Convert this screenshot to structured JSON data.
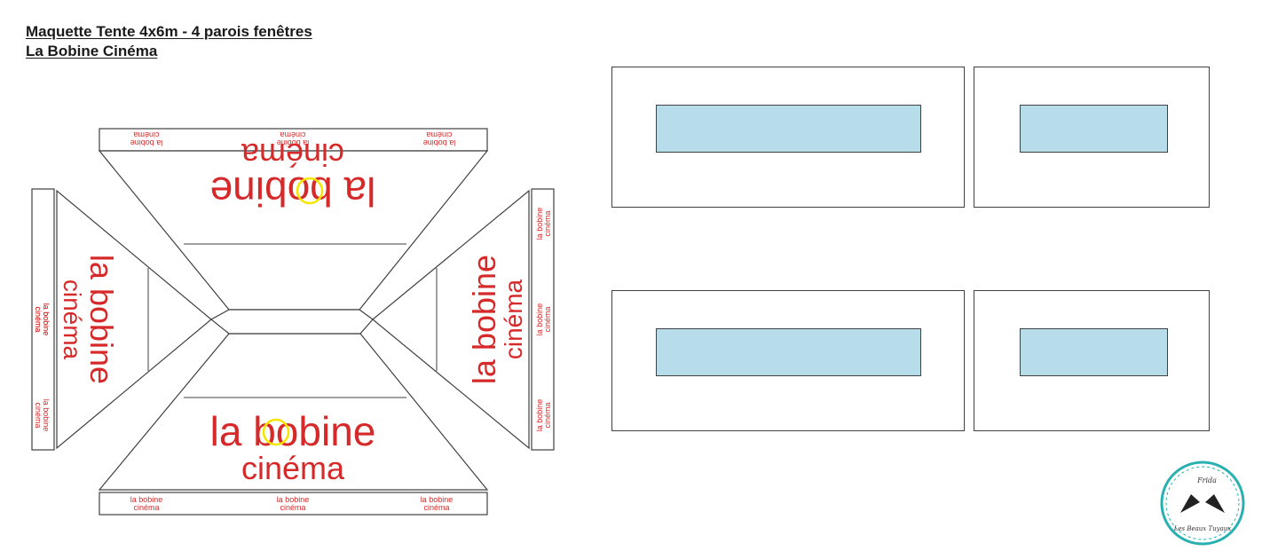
{
  "header": {
    "title": "Maquette Tente 4x6m - 4 parois fenêtres",
    "subtitle": "La Bobine Cinéma"
  },
  "brand": {
    "line1": "la bobine",
    "line2": "cinéma",
    "accent_color": "#d62a2a",
    "sun_color": "#f5e600",
    "small_line1": "la bobine",
    "small_line2": "cinéma"
  },
  "stamp": {
    "top_text": "Frida",
    "bottom_text": "Les Beaux Tuyaux",
    "ring_color": "#2ab0b0"
  },
  "walls": [
    {
      "name": "wall-1",
      "has_window": true
    },
    {
      "name": "wall-2",
      "has_window": true
    },
    {
      "name": "wall-3",
      "has_window": true
    },
    {
      "name": "wall-4",
      "has_window": true
    }
  ],
  "colors": {
    "window_fill": "#b7dcea",
    "outline": "#404040"
  }
}
